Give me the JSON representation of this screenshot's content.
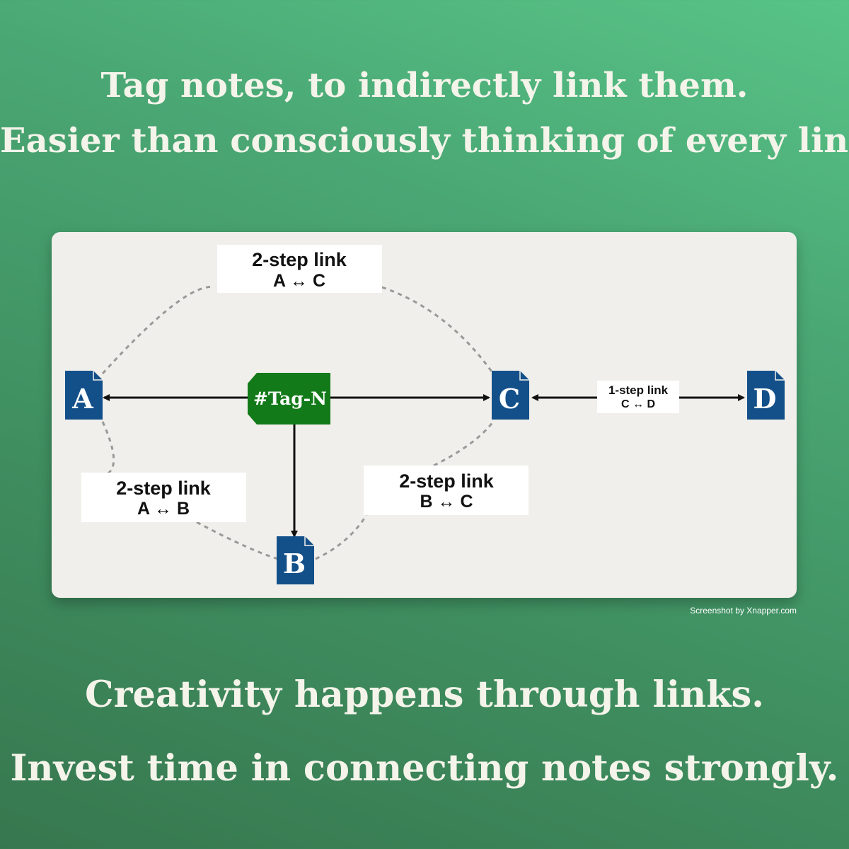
{
  "headline": {
    "line1": "Tag notes, to indirectly link them.",
    "line2": "Easier than consciously thinking of every link."
  },
  "closing": {
    "line1": "Creativity happens through links.",
    "line2": "Invest time in connecting notes strongly."
  },
  "diagram": {
    "notes": {
      "a": "A",
      "b": "B",
      "c": "C",
      "d": "D"
    },
    "tag": "#Tag-N",
    "links": {
      "ac": {
        "title": "2-step link",
        "pair": "A ↔ C"
      },
      "ab": {
        "title": "2-step link",
        "pair": "A ↔ B"
      },
      "bc": {
        "title": "2-step link",
        "pair": "B ↔ C"
      },
      "cd": {
        "title": "1-step link",
        "pair": "C ↔ D"
      }
    }
  },
  "credit": "Screenshot by Xnapper.com",
  "colors": {
    "background": "#4aa774",
    "note_fill": "#13508a",
    "tag_fill": "#137a19",
    "card": "#f1efeb"
  }
}
